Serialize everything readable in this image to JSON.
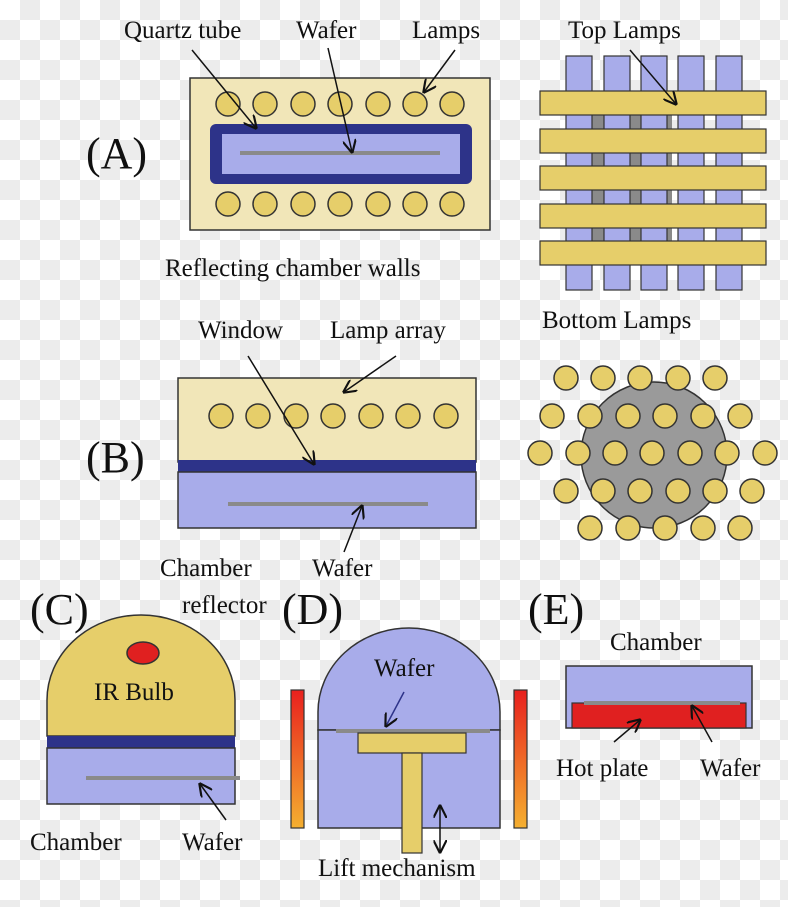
{
  "panels": {
    "a": {
      "letter": "(A)",
      "quartz_tube": "Quartz tube",
      "wafer": "Wafer",
      "lamps": "Lamps",
      "walls": "Reflecting chamber walls",
      "top_lamps": "Top Lamps",
      "bottom_lamps": "Bottom Lamps"
    },
    "b": {
      "letter": "(B)",
      "window": "Window",
      "lamp_array": "Lamp array",
      "wafer": "Wafer"
    },
    "c": {
      "letter": "(C)",
      "reflector_line1": "Chamber",
      "reflector_line2": "reflector",
      "ir_bulb": "IR Bulb",
      "chamber": "Chamber",
      "wafer": "Wafer"
    },
    "d": {
      "letter": "(D)",
      "wafer": "Wafer",
      "lift": "Lift mechanism"
    },
    "e": {
      "letter": "(E)",
      "chamber": "Chamber",
      "hot_plate": "Hot plate",
      "wafer": "Wafer"
    }
  },
  "colors": {
    "chamber_wall": "#f1e6b8",
    "lamp": "#e6ce6a",
    "quartz": "#2d3389",
    "gas": "#a8acea",
    "wafer": "#8a8a8a",
    "heater": "#e02020",
    "bulb": "#e6ce6a",
    "reflector_gray": "#9a9a9a"
  }
}
